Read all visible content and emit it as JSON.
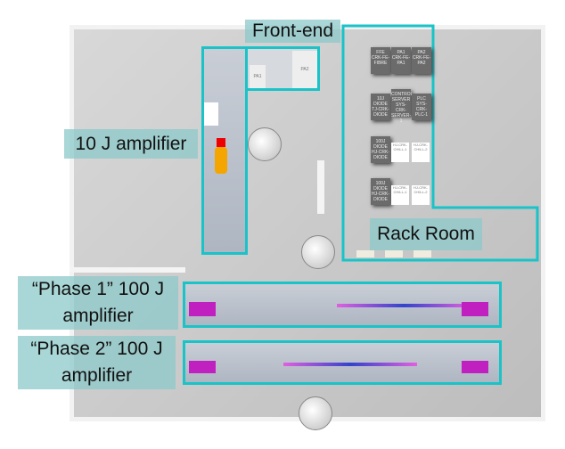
{
  "labels": {
    "front_end": "Front-end",
    "ten_j": "10 J amplifier",
    "rack_room": "Rack Room",
    "phase1": "“Phase 1” 100 J amplifier",
    "phase2": "“Phase 2” 100 J amplifier"
  },
  "front_end_tables": [
    "PA1",
    "PA2"
  ],
  "racks": [
    {
      "title": "FFE",
      "id": "CRK-FE-FIBRE"
    },
    {
      "title": "PA1",
      "id": "CRK-FE-PA1"
    },
    {
      "title": "PA2",
      "id": "CRK-FE-PA2"
    },
    {
      "title": "10J DIODE",
      "id": "TJ-CRK-DIODE"
    },
    {
      "title": "CONTROL SERVER",
      "id": "SYS-CRK-SERVER-1"
    },
    {
      "title": "PLC",
      "id": "SYS-CRK-PLC-1"
    },
    {
      "title": "100J DIODE",
      "id": "HJ-CRK-DIODE"
    },
    {
      "title": "100J DIODE",
      "id": "HJ-CRK-DIODE"
    }
  ],
  "chillers": [
    "HJ-CRK-CHILL-1",
    "HJ-CRK-CHILL-2",
    "HJ-CRK-CHILL-1",
    "HJ-CRK-CHILL-2"
  ],
  "colors": {
    "outline": "#19c3c8",
    "label_bg": "#8cc8c8"
  }
}
